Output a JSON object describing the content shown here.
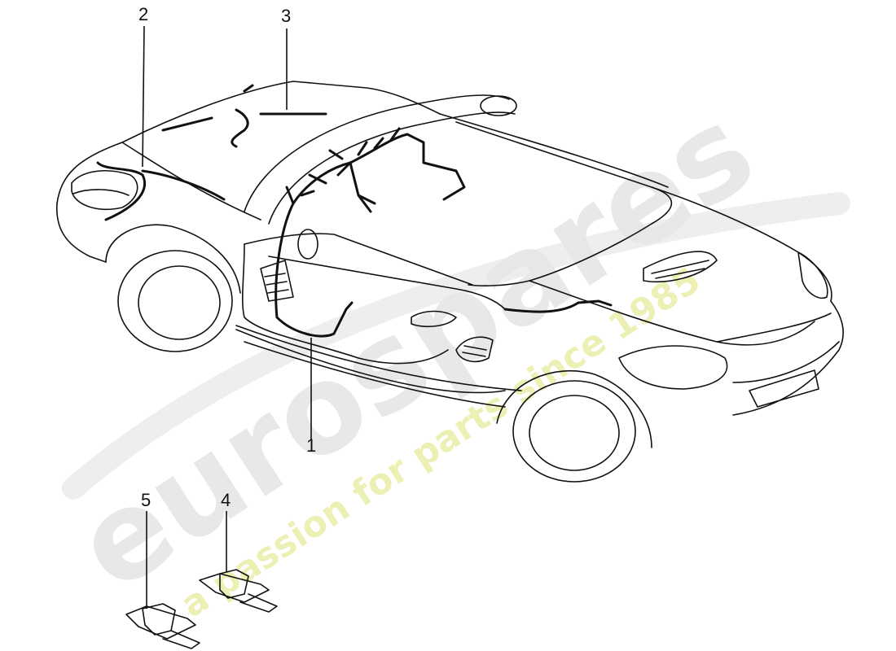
{
  "watermark": {
    "brand": "eurospares",
    "tagline": "a passion for parts since 1985",
    "brand_color": "#e6e6e6",
    "tagline_color": "#ecefb0"
  },
  "callouts": [
    {
      "id": "1",
      "label": "1"
    },
    {
      "id": "2",
      "label": "2"
    },
    {
      "id": "3",
      "label": "3"
    },
    {
      "id": "4",
      "label": "4"
    },
    {
      "id": "5",
      "label": "5"
    }
  ]
}
